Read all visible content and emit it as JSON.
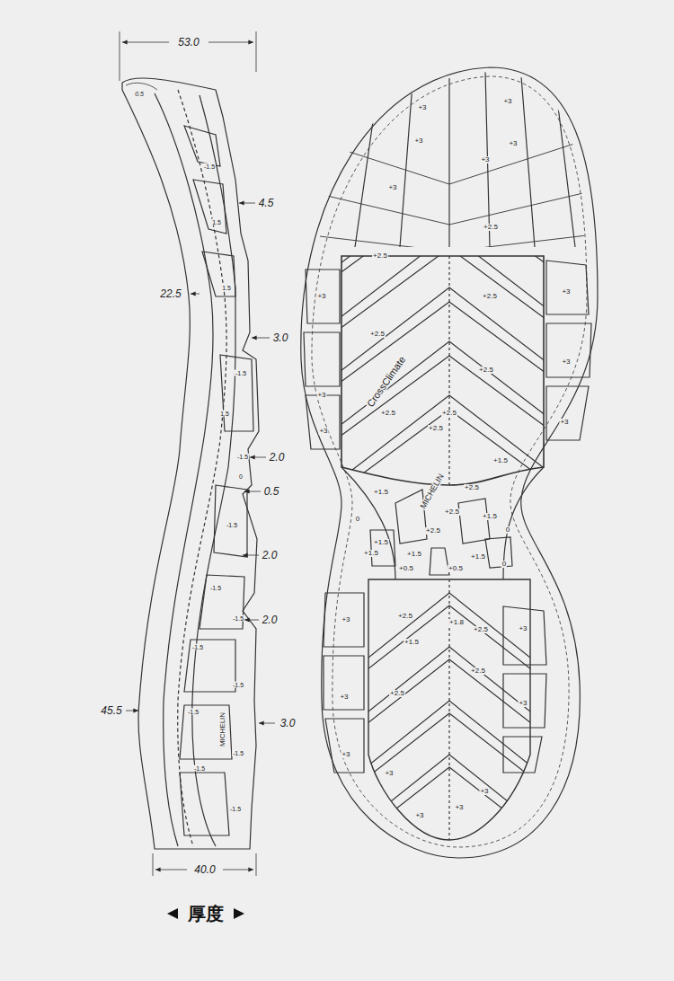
{
  "diagram": {
    "caption": "厚度",
    "labels": [
      "53.0",
      "0.5",
      "4.5",
      "22.5",
      "3.0",
      "2.0",
      "0.5",
      "2.0",
      "2.0",
      "45.5",
      "3.0",
      "40.0",
      "-1.5",
      "1.5",
      "1.5",
      "-1.5",
      "1.5",
      "-1.5",
      "0",
      "-1.5",
      "-1.5",
      "-1.5",
      "-1.5",
      "-1.5",
      "-1.5",
      "-1.5",
      "-1.5",
      "-1.5",
      "MICHELIN",
      "CrossClimate",
      "MICHELIN",
      "+3",
      "+3",
      "+3",
      "+3",
      "+3",
      "+3",
      "+3",
      "+3",
      "+3",
      "+3",
      "+3",
      "+3",
      "+3",
      "+3",
      "+3",
      "+3",
      "+3",
      "+3",
      "+3",
      "+3",
      "+3",
      "+2.5",
      "+2.5",
      "+2.5",
      "+2.5",
      "+2.5",
      "+2.5",
      "+2.5",
      "+2.5",
      "+2.5",
      "+2.5",
      "+2.5",
      "+2.5",
      "+2.5",
      "+2.5",
      "+2.5",
      "+1.5",
      "+1.5",
      "+1.5",
      "+1.5",
      "+1.5",
      "+1.5",
      "+1.5",
      "+1.5",
      "+0.5",
      "+0.5",
      "0",
      "0",
      "0",
      "+1.8"
    ]
  }
}
